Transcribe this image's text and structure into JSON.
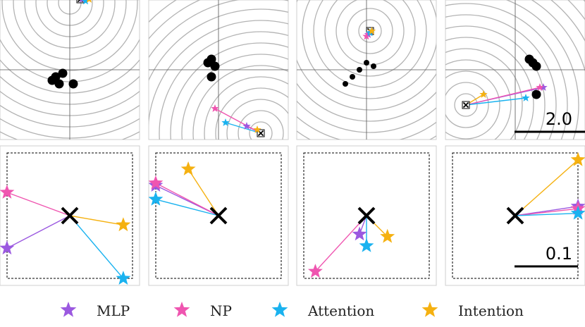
{
  "chart_data": {
    "type": "scatter",
    "description_free": true,
    "legend": {
      "placement": "bottom",
      "entries": [
        {
          "name": "MLP",
          "color": "#9b59e0"
        },
        {
          "name": "NP",
          "color": "#ef55b0"
        },
        {
          "name": "Attention",
          "color": "#1ab2ef"
        },
        {
          "name": "Intention",
          "color": "#f5b111"
        }
      ]
    },
    "top_row": {
      "scale_bar_label": "2.0",
      "grid": "crosshair",
      "panels": [
        {
          "contour_center": [
            0.0,
            1.9
          ],
          "contours": 14,
          "context_points": [
            [
              -0.5,
              -0.3
            ],
            [
              -0.3,
              -0.4
            ],
            [
              -0.2,
              -0.1
            ],
            [
              0.1,
              -0.4
            ],
            [
              -0.4,
              -0.2
            ]
          ],
          "target": [
            0.3,
            2.0
          ],
          "predictions": {
            "MLP": [
              0.35,
              2.0
            ],
            "NP": [
              0.5,
              2.05
            ],
            "Attention": [
              0.45,
              1.95
            ],
            "Intention": [
              0.55,
              2.0
            ]
          }
        },
        {
          "contour_center": [
            1.2,
            -1.8
          ],
          "contours": 14,
          "context_points": [
            [
              -0.2,
              0.3
            ],
            [
              -0.3,
              0.2
            ],
            [
              -0.2,
              -0.2
            ],
            [
              -0.1,
              0.1
            ]
          ],
          "target": [
            1.2,
            -1.8
          ],
          "predictions": {
            "MLP": [
              0.8,
              -1.6
            ],
            "NP": [
              -0.1,
              -1.1
            ],
            "Attention": [
              0.2,
              -1.5
            ],
            "Intention": [
              1.1,
              -1.7
            ]
          }
        },
        {
          "contour_center": [
            0.1,
            1.1
          ],
          "contours": 14,
          "context_points": [
            [
              -0.4,
              -0.2
            ],
            [
              0.0,
              0.2
            ],
            [
              0.2,
              0.1
            ],
            [
              -0.2,
              0.0
            ],
            [
              -0.6,
              -0.4
            ]
          ],
          "target": [
            0.1,
            1.1
          ],
          "predictions": {
            "MLP": [
              0.05,
              1.0
            ],
            "NP": [
              0.0,
              0.95
            ],
            "Attention": [
              0.1,
              1.05
            ],
            "Intention": [
              0.15,
              1.1
            ]
          }
        },
        {
          "contour_center": [
            -1.4,
            -1.0
          ],
          "contours": 14,
          "context_points": [
            [
              0.4,
              0.3
            ],
            [
              0.5,
              0.2
            ],
            [
              0.6,
              0.1
            ],
            [
              0.6,
              -0.7
            ]
          ],
          "target": [
            -1.4,
            -1.0
          ],
          "predictions": {
            "MLP": [
              0.8,
              -0.5
            ],
            "NP": [
              0.7,
              -0.5
            ],
            "Attention": [
              0.3,
              -0.8
            ],
            "Intention": [
              -0.9,
              -0.7
            ]
          }
        }
      ]
    },
    "bottom_row": {
      "scale_bar_label": "0.1",
      "panels": [
        {
          "target": [
            0.0,
            0.0
          ],
          "predictions": {
            "MLP": [
              -0.27,
              -0.14
            ],
            "NP": [
              -0.27,
              0.1
            ],
            "Attention": [
              0.23,
              -0.27
            ],
            "Intention": [
              0.23,
              -0.04
            ]
          }
        },
        {
          "target": [
            0.0,
            0.0
          ],
          "predictions": {
            "MLP": [
              -0.27,
              0.13
            ],
            "NP": [
              -0.27,
              0.14
            ],
            "Attention": [
              -0.27,
              0.07
            ],
            "Intention": [
              -0.13,
              0.2
            ]
          }
        },
        {
          "target": [
            0.0,
            0.0
          ],
          "predictions": {
            "MLP": [
              -0.03,
              -0.08
            ],
            "NP": [
              -0.22,
              -0.24
            ],
            "Attention": [
              0.0,
              -0.13
            ],
            "Intention": [
              0.09,
              -0.09
            ]
          }
        },
        {
          "target": [
            0.0,
            0.0
          ],
          "predictions": {
            "MLP": [
              0.27,
              0.04
            ],
            "NP": [
              0.27,
              0.03
            ],
            "Attention": [
              0.27,
              0.01
            ],
            "Intention": [
              0.27,
              0.24
            ]
          }
        }
      ]
    }
  }
}
